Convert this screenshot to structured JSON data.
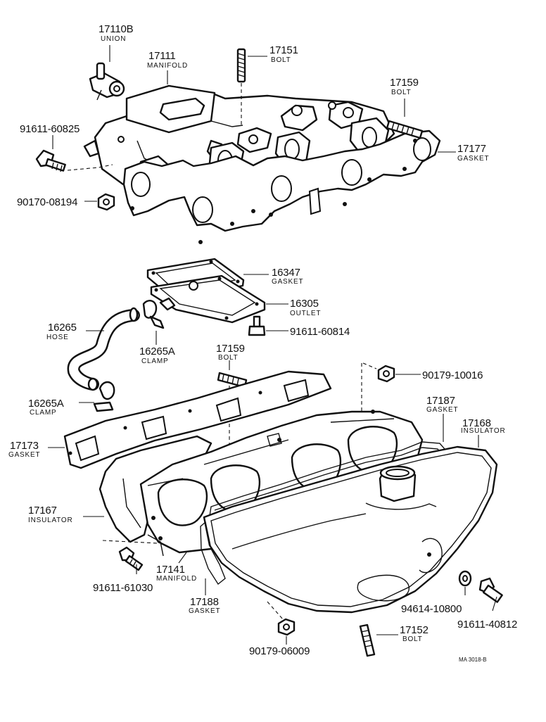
{
  "diagram": {
    "callouts": [
      {
        "id": "u",
        "number": "17110B",
        "name": "UNION"
      },
      {
        "id": "m1",
        "number": "17111",
        "name": "MANIFOLD"
      },
      {
        "id": "b1",
        "number": "17151",
        "name": "BOLT"
      },
      {
        "id": "b2",
        "number": "17159",
        "name": "BOLT"
      },
      {
        "id": "g1",
        "number": "17177",
        "name": "GASKET"
      },
      {
        "id": "s1",
        "number": "91611-60825",
        "name": ""
      },
      {
        "id": "n1",
        "number": "90170-08194",
        "name": ""
      },
      {
        "id": "g2",
        "number": "16347",
        "name": "GASKET"
      },
      {
        "id": "o1",
        "number": "16305",
        "name": "OUTLET"
      },
      {
        "id": "s2",
        "number": "91611-60814",
        "name": ""
      },
      {
        "id": "h1",
        "number": "16265",
        "name": "HOSE"
      },
      {
        "id": "c1",
        "number": "16265A",
        "name": "CLAMP"
      },
      {
        "id": "b3",
        "number": "17159",
        "name": "BOLT"
      },
      {
        "id": "n2",
        "number": "90179-10016",
        "name": ""
      },
      {
        "id": "c2",
        "number": "16265A",
        "name": "CLAMP"
      },
      {
        "id": "g3",
        "number": "17187",
        "name": "GASKET"
      },
      {
        "id": "i1",
        "number": "17168",
        "name": "INSULATOR"
      },
      {
        "id": "g4",
        "number": "17173",
        "name": "GASKET"
      },
      {
        "id": "i2",
        "number": "17167",
        "name": "INSULATOR"
      },
      {
        "id": "m2",
        "number": "17141",
        "name": "MANIFOLD"
      },
      {
        "id": "s3",
        "number": "91611-61030",
        "name": ""
      },
      {
        "id": "g5",
        "number": "17188",
        "name": "GASKET"
      },
      {
        "id": "w1",
        "number": "94614-10800",
        "name": ""
      },
      {
        "id": "s4",
        "number": "91611-40812",
        "name": ""
      },
      {
        "id": "b4",
        "number": "17152",
        "name": "BOLT"
      },
      {
        "id": "n3",
        "number": "90179-06009",
        "name": ""
      }
    ],
    "footer_code": "MA 3018-B"
  },
  "colors": {
    "ink": "#111111",
    "paper": "#ffffff"
  }
}
